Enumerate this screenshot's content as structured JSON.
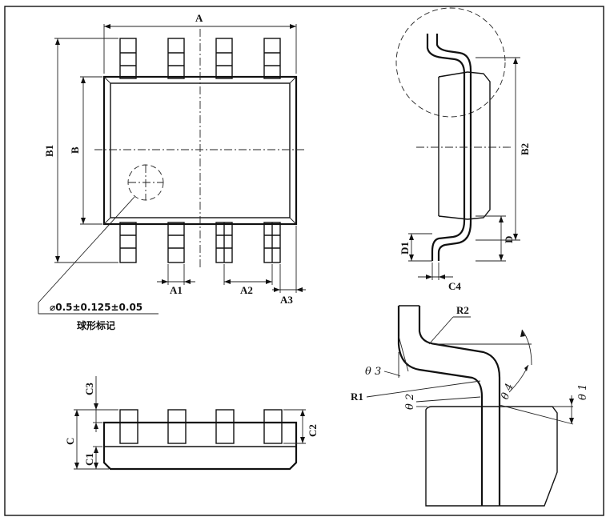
{
  "labels": {
    "A": "A",
    "B": "B",
    "B1": "B1",
    "A1": "A1",
    "A2": "A2",
    "A3": "A3",
    "B2": "B2",
    "D": "D",
    "D1": "D1",
    "C4": "C4",
    "C": "C",
    "C1": "C1",
    "C2": "C2",
    "C3": "C3",
    "R1": "R1",
    "R2": "R2",
    "theta1": "θ 1",
    "theta2": "θ 2",
    "theta3": "θ 3",
    "theta4": "θ 4"
  },
  "note": {
    "dimension": "⌀0.5±0.125±0.05",
    "caption": "球形标记"
  }
}
